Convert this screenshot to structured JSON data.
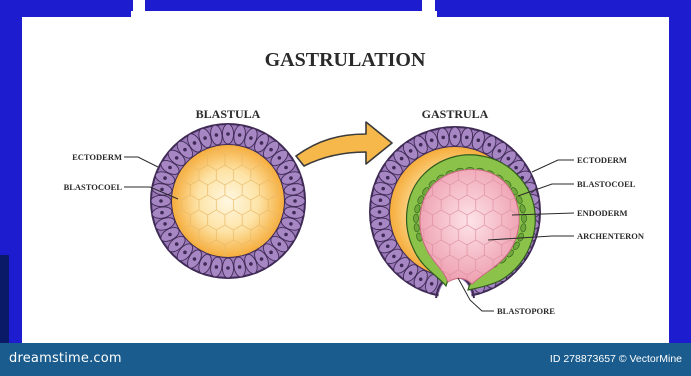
{
  "diagram": {
    "title": "GASTRULATION",
    "blastula": {
      "heading": "BLASTULA",
      "labels": [
        "ECTODERM",
        "BLASTOCOEL"
      ]
    },
    "gastrula": {
      "heading": "GASTRULA",
      "labels": [
        "ECTODERM",
        "BLASTOCOEL",
        "ENDODERM",
        "ARCHENTERON",
        "BLASTOPORE"
      ]
    }
  },
  "footer": {
    "brand": "dreamstime.com",
    "credit": "ID 278873657 © VectorMine"
  },
  "colors": {
    "page_background": "#1d1dcf",
    "panel": "#ffffff",
    "footer": "#1a5c8e",
    "ectoderm": "#9b79b8",
    "ectoderm_outline": "#3f2b56",
    "blastocoel_core": "#fff6dc",
    "blastocoel_edge": "#f8b84a",
    "endoderm": "#8bc34a",
    "archenteron": "#f3b7c3",
    "arrow": "#f6b84b"
  }
}
